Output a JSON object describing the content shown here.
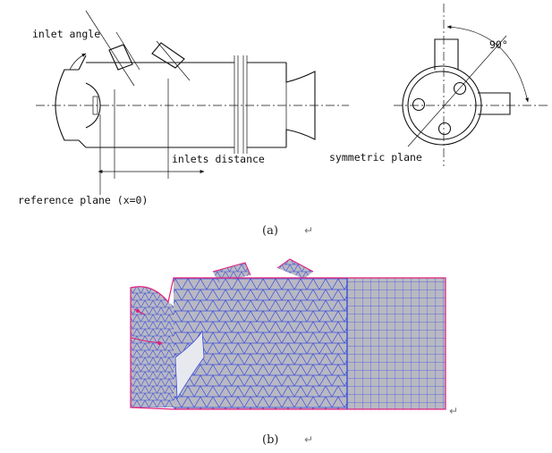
{
  "figure_a": {
    "labels": {
      "inlet_angle": "inlet angle",
      "inlets_distance": "inlets distance",
      "reference_plane": "reference plane (x=0)",
      "symmetric_plane": "symmetric plane",
      "angle_value": "90°"
    },
    "caption": "(a)"
  },
  "figure_b": {
    "caption": "(b)",
    "colors": {
      "mesh_line": "#3b4fd8",
      "mesh_fill": "#b9b9c4",
      "boundary": "#e0207a"
    }
  },
  "return_mark": "↵"
}
